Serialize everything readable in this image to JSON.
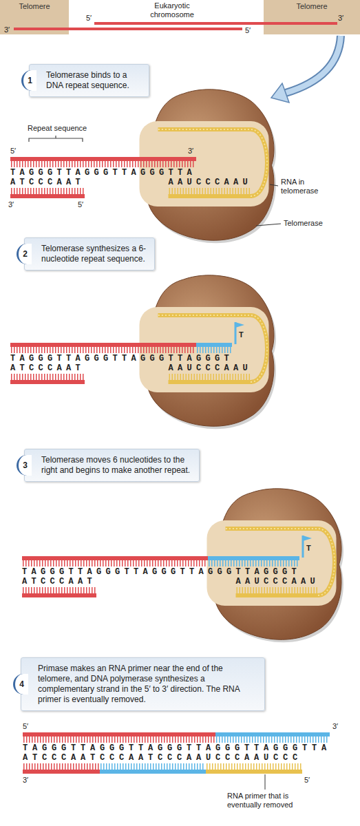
{
  "diagram": {
    "nodes": [
      {
        "text": [
          "Telomere"
        ]
      },
      {
        "text": [
          "Telomere"
        ]
      },
      {
        "text": [
          "1",
          "Telomerase binds to a DNA repeat sequence."
        ]
      },
      {
        "text": [
          "2",
          "Telomerase synthesizes a 6-nucleotide repeat sequence."
        ]
      },
      {
        "text": [
          "3",
          "Telomerase moves 6 nucleotides to the right and begins to make another repeat."
        ]
      },
      {
        "text": [
          "4",
          "Primase makes an RNA primer near the end of the telomere, and DNA polymerase synthesizes a complementary strand in the 5′ to 3′ direction. The RNA primer is eventually removed."
        ]
      }
    ],
    "labels": [
      "Eukaryotic chromosome",
      "5′",
      "3′",
      "3′",
      "5′",
      "Repeat sequence",
      "5′",
      "3′",
      "TAGGGTTAGGGTTAGGGTTA",
      "ATCCCAAT",
      "AAUCCCAAU",
      "3′",
      "5′",
      "RNA in telomerase",
      "Telomerase",
      "TAGGGTTAGGGTTAGGGTTAGGGT",
      "ATCCCAAT",
      "AAUCCCAAU",
      "T",
      "TAGGGTTAGGGTTAGGGTTAGGGTTAGGGT",
      "ATCCCAAT",
      "AAUCCCAAU",
      "T",
      "5′",
      "3′",
      "TAGGGTTAGGGTTAGGGTTAGGGTTAGGGTTA",
      "ATCCCAATCCCAATCCCAAUCCCAAUCCC",
      "3′",
      "5′",
      "RNA primer that is eventually removed"
    ]
  }
}
